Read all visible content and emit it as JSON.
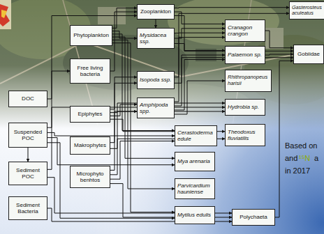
{
  "diagram": {
    "nodes": [
      {
        "text": [
          "DOC"
        ]
      },
      {
        "text": [
          "Suspended POC"
        ]
      },
      {
        "text": [
          "Sediment POC"
        ]
      },
      {
        "text": [
          "Sediment Bacteria"
        ]
      },
      {
        "text": [
          "Phytoplankton"
        ]
      },
      {
        "text": [
          "Free living bacteria"
        ]
      },
      {
        "text": [
          "Epiphytes"
        ]
      },
      {
        "text": [
          "Makrophytes"
        ]
      },
      {
        "text": [
          "Microphyto benhtos"
        ]
      },
      {
        "text": [
          "Zooplankton"
        ]
      },
      {
        "text": [
          "Mysidacea ssp."
        ]
      },
      {
        "text": [
          "Isopoda ssp."
        ]
      },
      {
        "text": [
          "Amphipoda spp."
        ]
      },
      {
        "text": [
          "Cerastoderma edule"
        ]
      },
      {
        "text": [
          "Mya arenaria"
        ]
      },
      {
        "text": [
          "Parvicardium hauniense"
        ]
      },
      {
        "text": [
          "Mytilus edulis"
        ]
      },
      {
        "text": [
          "Cranagon crangon"
        ]
      },
      {
        "text": [
          "Palaemon sp."
        ]
      },
      {
        "text": [
          "Rhithropanopeus harisii"
        ]
      },
      {
        "text": [
          "Hydrobia sp."
        ]
      },
      {
        "text": [
          "Theodoxus fluviatilis"
        ]
      },
      {
        "text": [
          "Polychaeta"
        ]
      },
      {
        "text": [
          "Gasterosteus aculeatus"
        ]
      },
      {
        "text": [
          "Gobiidae"
        ]
      }
    ],
    "edges": [
      {
        "from": 0,
        "to": 5,
        "arrow": "to"
      },
      {
        "from": 1,
        "to": 2,
        "arrow": "to"
      },
      {
        "from": 1,
        "to": 9,
        "arrow": "to"
      },
      {
        "from": 1,
        "to": 13,
        "arrow": "to"
      },
      {
        "from": 1,
        "to": 14,
        "arrow": "to"
      },
      {
        "from": 1,
        "to": 16,
        "arrow": "to"
      },
      {
        "from": 2,
        "to": 20,
        "arrow": "to"
      },
      {
        "from": 2,
        "to": 22,
        "arrow": "to"
      },
      {
        "from": 3,
        "to": 22,
        "arrow": "to"
      },
      {
        "from": 4,
        "to": 9,
        "arrow": "to"
      },
      {
        "from": 4,
        "to": 10,
        "arrow": "to"
      },
      {
        "from": 4,
        "to": 13,
        "arrow": "to"
      },
      {
        "from": 4,
        "to": 14,
        "arrow": "to"
      },
      {
        "from": 4,
        "to": 15,
        "arrow": "to"
      },
      {
        "from": 4,
        "to": 16,
        "arrow": "to"
      },
      {
        "from": 5,
        "to": 9,
        "arrow": "to"
      },
      {
        "from": 6,
        "to": 11,
        "arrow": "to"
      },
      {
        "from": 6,
        "to": 12,
        "arrow": "to"
      },
      {
        "from": 6,
        "to": 20,
        "arrow": "to"
      },
      {
        "from": 6,
        "to": 21,
        "arrow": "to"
      },
      {
        "from": 7,
        "to": 11,
        "arrow": "to"
      },
      {
        "from": 7,
        "to": 12,
        "arrow": "to"
      },
      {
        "from": 8,
        "to": 13,
        "arrow": "to"
      },
      {
        "from": 8,
        "to": 20,
        "arrow": "to"
      },
      {
        "from": 8,
        "to": 21,
        "arrow": "to"
      },
      {
        "from": 8,
        "to": 22,
        "arrow": "to"
      },
      {
        "from": 9,
        "to": 10,
        "arrow": "to"
      },
      {
        "from": 9,
        "to": 17,
        "arrow": "to"
      },
      {
        "from": 9,
        "to": 18,
        "arrow": "to"
      },
      {
        "from": 9,
        "to": 23,
        "arrow": "to"
      },
      {
        "from": 10,
        "to": 17,
        "arrow": "to"
      },
      {
        "from": 10,
        "to": 23,
        "arrow": "to"
      },
      {
        "from": 10,
        "to": 24,
        "arrow": "to"
      },
      {
        "from": 11,
        "to": 17,
        "arrow": "to"
      },
      {
        "from": 11,
        "to": 18,
        "arrow": "to"
      },
      {
        "from": 12,
        "to": 17,
        "arrow": "to"
      },
      {
        "from": 12,
        "to": 18,
        "arrow": "to"
      },
      {
        "from": 12,
        "to": 19,
        "arrow": "to"
      },
      {
        "from": 12,
        "to": 24,
        "arrow": "to"
      },
      {
        "from": 17,
        "to": 24,
        "arrow": "to"
      },
      {
        "from": 18,
        "to": 24,
        "arrow": "to"
      },
      {
        "from": 22,
        "to": 24,
        "arrow": "to"
      }
    ],
    "labels": [
      "Based on",
      "and",
      "¹⁵N",
      "a",
      "in 2017"
    ]
  }
}
